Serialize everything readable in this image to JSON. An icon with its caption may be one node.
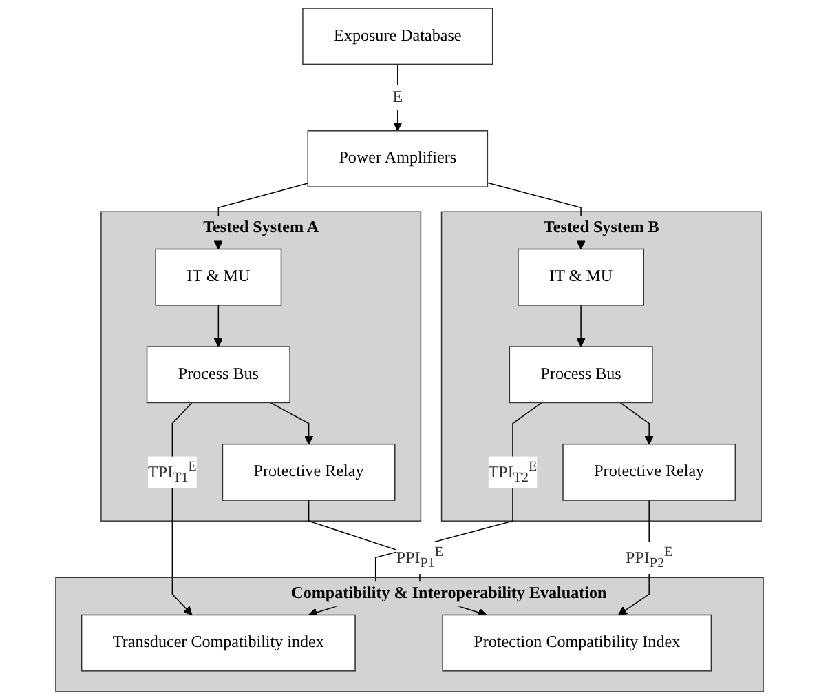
{
  "diagram": {
    "nodes": [
      {
        "text": [
          "Exposure Database"
        ]
      },
      {
        "text": [
          "Power Amplifiers"
        ]
      },
      {
        "text": [
          "Tested System A"
        ]
      },
      {
        "text": [
          "IT & MU"
        ],
        "in": 2
      },
      {
        "text": [
          "Process Bus"
        ],
        "in": 2
      },
      {
        "text": [
          "Protective Relay"
        ],
        "in": 2
      },
      {
        "text": [
          "Compatibility & Interoperability Evaluation"
        ]
      },
      {
        "text": [
          "Transducer Compatibility index"
        ],
        "in": 6
      },
      {
        "text": [
          "Protection Compatibility Index"
        ],
        "in": 6
      },
      {
        "text": [
          "Tested System B"
        ]
      },
      {
        "text": [
          "IT & MU"
        ],
        "in": 9
      },
      {
        "text": [
          "Process Bus"
        ],
        "in": 9
      },
      {
        "text": [
          "Protective Relay"
        ],
        "in": 9
      }
    ],
    "edges": [
      {
        "from": 0,
        "to": 1,
        "arrow": "to",
        "label": "E"
      },
      {
        "from": 1,
        "to": 3,
        "arrow": "to"
      },
      {
        "from": 1,
        "to": 10,
        "arrow": "to"
      },
      {
        "from": 3,
        "to": 4,
        "arrow": "to"
      },
      {
        "from": 4,
        "to": 5,
        "arrow": "to"
      },
      {
        "from": 10,
        "to": 11,
        "arrow": "to"
      },
      {
        "from": 11,
        "to": 12,
        "arrow": "to"
      },
      {
        "from": 4,
        "to": 7,
        "arrow": "to",
        "label": "TPI$_{T1}$$^{E}$"
      },
      {
        "from": 5,
        "to": 8,
        "arrow": "to",
        "label": "PPI$_{P1}$$^{E}$"
      },
      {
        "from": 11,
        "to": 7,
        "arrow": "to",
        "label": "TPI$_{T2}$$^{E}$"
      },
      {
        "from": 12,
        "to": 8,
        "arrow": "to",
        "label": "PPI$_{P2}$$^{E}$"
      }
    ]
  }
}
